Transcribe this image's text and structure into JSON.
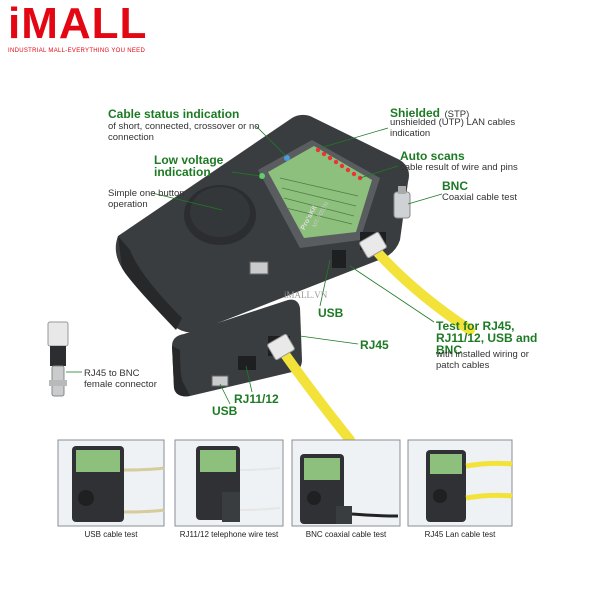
{
  "brand": {
    "logo": "iMALL",
    "tagline": "INDUSTRIAL MALL-EVERYTHING YOU NEED",
    "watermark": "iMALL.VN"
  },
  "device": {
    "brand": "Pro'sKit",
    "model": "MT-7057N"
  },
  "callouts": {
    "cable_status": {
      "title": "Cable status indication",
      "desc": "of short, connected, crossover or no connection"
    },
    "low_voltage": {
      "title": "Low voltage indication"
    },
    "one_button": {
      "desc": "Simple one button operation"
    },
    "shielded": {
      "title": "Shielded",
      "title_suffix": "(STP)",
      "desc": "unshielded (UTP) LAN cables indication"
    },
    "auto_scans": {
      "title": "Auto scans",
      "desc": "cable result of wire and pins"
    },
    "bnc": {
      "title": "BNC",
      "desc": "Coaxial cable test"
    },
    "test_for": {
      "title": "Test for RJ45, RJ11/12, USB and BNC",
      "desc": "with installed wiring or patch cables"
    },
    "usb_top": {
      "label": "USB"
    },
    "rj45": {
      "label": "RJ45"
    },
    "rj11": {
      "label": "RJ11/12"
    },
    "usb_bottom": {
      "label": "USB"
    },
    "rj45_bnc": {
      "desc": "RJ45 to BNC female connector"
    }
  },
  "bottom_panels": [
    {
      "caption": "USB cable test"
    },
    {
      "caption": "RJ11/12 telephone wire test"
    },
    {
      "caption": "BNC coaxial cable test"
    },
    {
      "caption": "RJ45 Lan cable test"
    }
  ],
  "colors": {
    "brand_red": "#e30613",
    "label_green": "#1d7a24",
    "device_body": "#3a3d40",
    "panel_green": "#8dc07c",
    "cable_yellow": "#f2e23a"
  }
}
